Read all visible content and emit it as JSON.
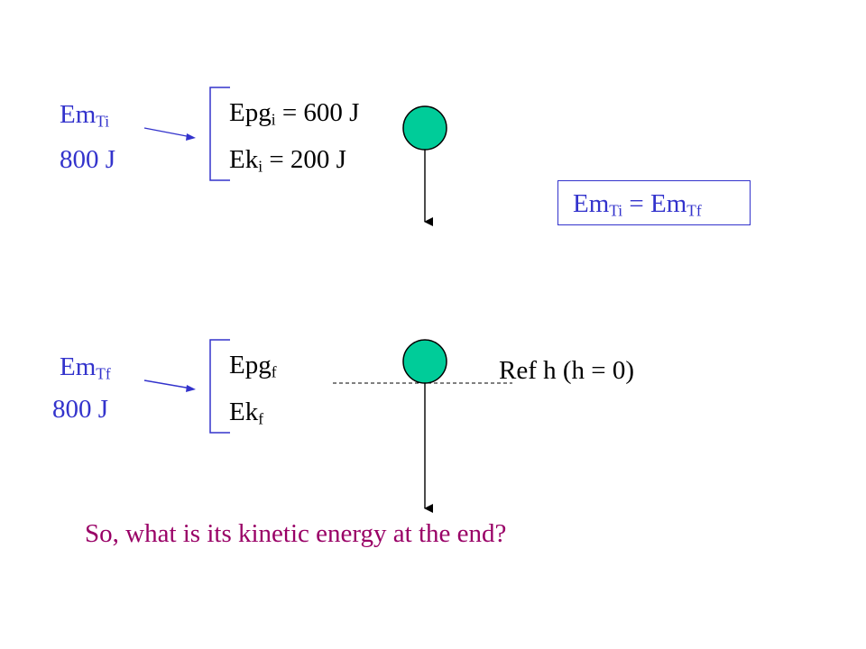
{
  "initial": {
    "em_label": "Em",
    "em_sub": "Ti",
    "em_value": "800 J",
    "epg_label": "Epg",
    "epg_sub": "i",
    "epg_rest": " = 600 J",
    "ek_label": "Ek",
    "ek_sub": "i",
    "ek_rest": " = 200 J"
  },
  "final": {
    "em_label": "Em",
    "em_sub": "Tf",
    "em_value": "800 J",
    "epg_label": "Epg",
    "epg_sub": "f",
    "ek_label": "Ek",
    "ek_sub": "f"
  },
  "conservation": {
    "left_label": "Em",
    "left_sub": "Ti",
    "equals": " = ",
    "right_label": "Em",
    "right_sub": "Tf"
  },
  "reference": "Ref h (h = 0)",
  "question": "So, what is its kinetic energy at the end?",
  "colors": {
    "label_blue": "#3333cc",
    "text_black": "#000000",
    "question_purple": "#990066",
    "ball_fill": "#00cc99",
    "arrow_blue": "#3333cc"
  }
}
